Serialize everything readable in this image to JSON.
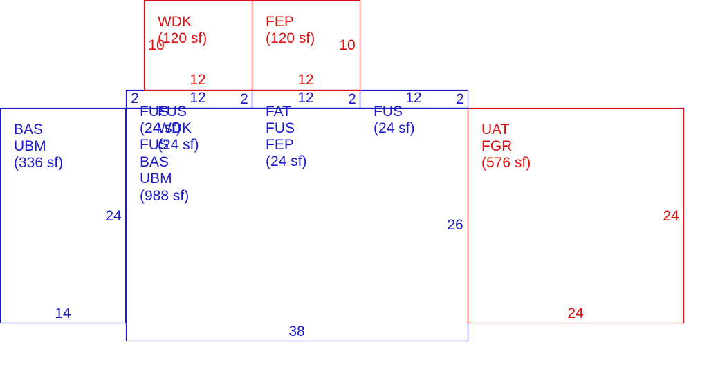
{
  "colors": {
    "blue": "#1a1acc",
    "red": "#e01010"
  },
  "areas": [
    {
      "id": "bas-ubm",
      "color": "blue",
      "lines": [
        "BAS",
        "UBM",
        "(336 sf)"
      ]
    },
    {
      "id": "main",
      "color": "blue",
      "lines": [
        "FUS",
        "(24 sf)",
        "FUS",
        "BAS",
        "UBM",
        "(988 sf)"
      ]
    },
    {
      "id": "fus-wdk",
      "color": "blue",
      "lines": [
        "FUS",
        "WDK",
        "(24 sf)"
      ]
    },
    {
      "id": "fat-fus-fep",
      "color": "blue",
      "lines": [
        "FAT",
        "FUS",
        "FEP",
        "(24 sf)"
      ]
    },
    {
      "id": "fus-right",
      "color": "blue",
      "lines": [
        "FUS",
        "(24 sf)"
      ]
    },
    {
      "id": "uat-fgr",
      "color": "red",
      "lines": [
        "UAT",
        "FGR",
        "(576 sf)"
      ]
    },
    {
      "id": "wdk",
      "color": "red",
      "lines": [
        "WDK",
        "(120 sf)"
      ]
    },
    {
      "id": "fep",
      "color": "red",
      "lines": [
        "FEP",
        "(120 sf)"
      ]
    }
  ],
  "dims": {
    "wdk_side": "10",
    "wdk_bottom": "12",
    "fep_side": "10",
    "fep_bottom": "12",
    "strip1_left": "2",
    "strip1_top": "12",
    "strip1_right": "2",
    "strip2_top": "12",
    "strip2_right": "2",
    "strip3_top": "12",
    "strip3_right": "2",
    "bas_side": "24",
    "bas_bottom": "14",
    "main_side": "26",
    "main_bottom": "38",
    "uat_side": "24",
    "uat_bottom": "24"
  }
}
